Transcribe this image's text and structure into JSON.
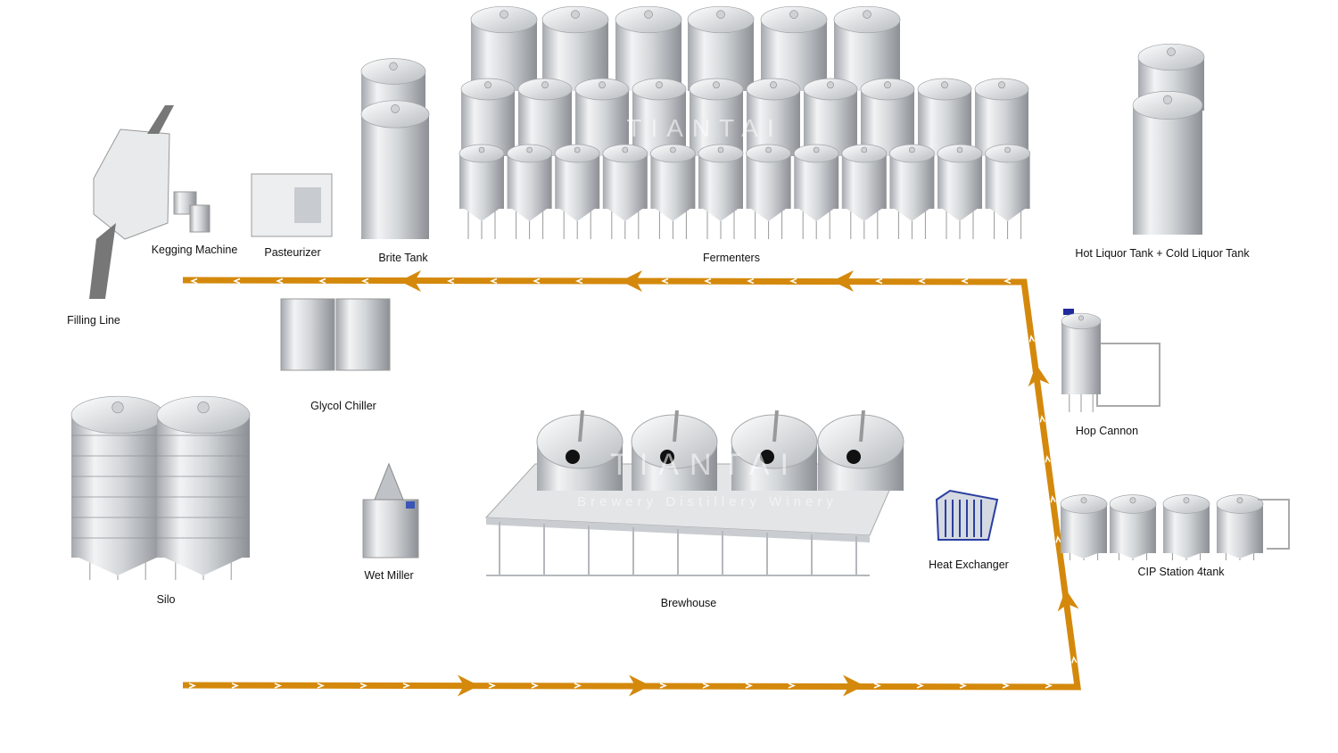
{
  "labels": {
    "kegging_machine": "Kegging Machine",
    "pasteurizer": "Pasteurizer",
    "brite_tank": "Brite Tank",
    "fermenters": "Fermenters",
    "liquor_tanks": "Hot Liquor Tank + Cold Liquor Tank",
    "filling_line": "Filling Line",
    "glycol_chiller": "Glycol Chiller",
    "hop_cannon": "Hop Cannon",
    "silo": "Silo",
    "wet_miller": "Wet Miller",
    "brewhouse": "Brewhouse",
    "heat_exchanger": "Heat Exchanger",
    "cip_station": "CIP Station 4tank"
  },
  "watermark": {
    "brand": "TIANTAI",
    "tagline": "Brewery Distillery Winery"
  },
  "colors": {
    "flow_line": "#d4890c",
    "steel_light": "#eef0f2",
    "steel_dark": "#9a9ea3",
    "heat_exchanger_blue": "#2a3fa0"
  },
  "counts": {
    "fermenters": 28,
    "brewhouse_vessels": 4,
    "silos": 2,
    "cip_tanks": 4
  }
}
